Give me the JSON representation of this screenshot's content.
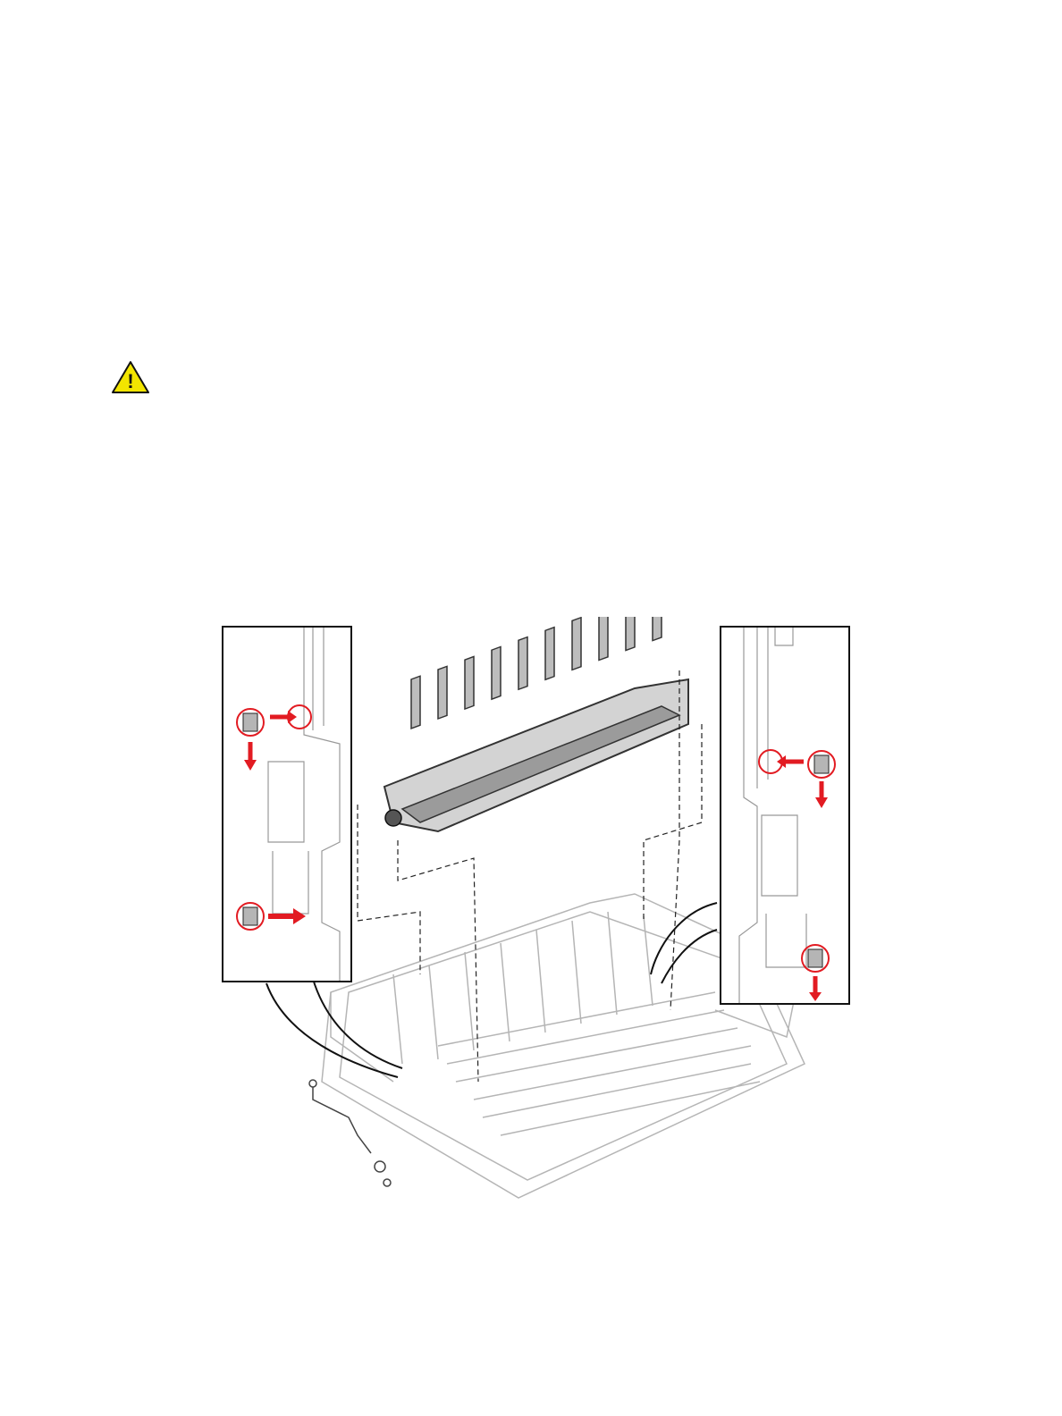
{
  "page": {
    "background": "#ffffff"
  },
  "caution": {
    "icon": "warning-triangle-icon",
    "symbol": "!",
    "fill_color": "#f2e500",
    "stroke_color": "#111111"
  },
  "illustration": {
    "subject": "fuser-removal",
    "accent_color": "#e21b22",
    "callouts": [
      {
        "side": "left",
        "icons": [
          "arrow-right-icon",
          "arrow-down-icon",
          "arrow-right-icon"
        ]
      },
      {
        "side": "right",
        "icons": [
          "arrow-left-icon",
          "arrow-down-icon",
          "arrow-down-icon"
        ]
      }
    ]
  }
}
